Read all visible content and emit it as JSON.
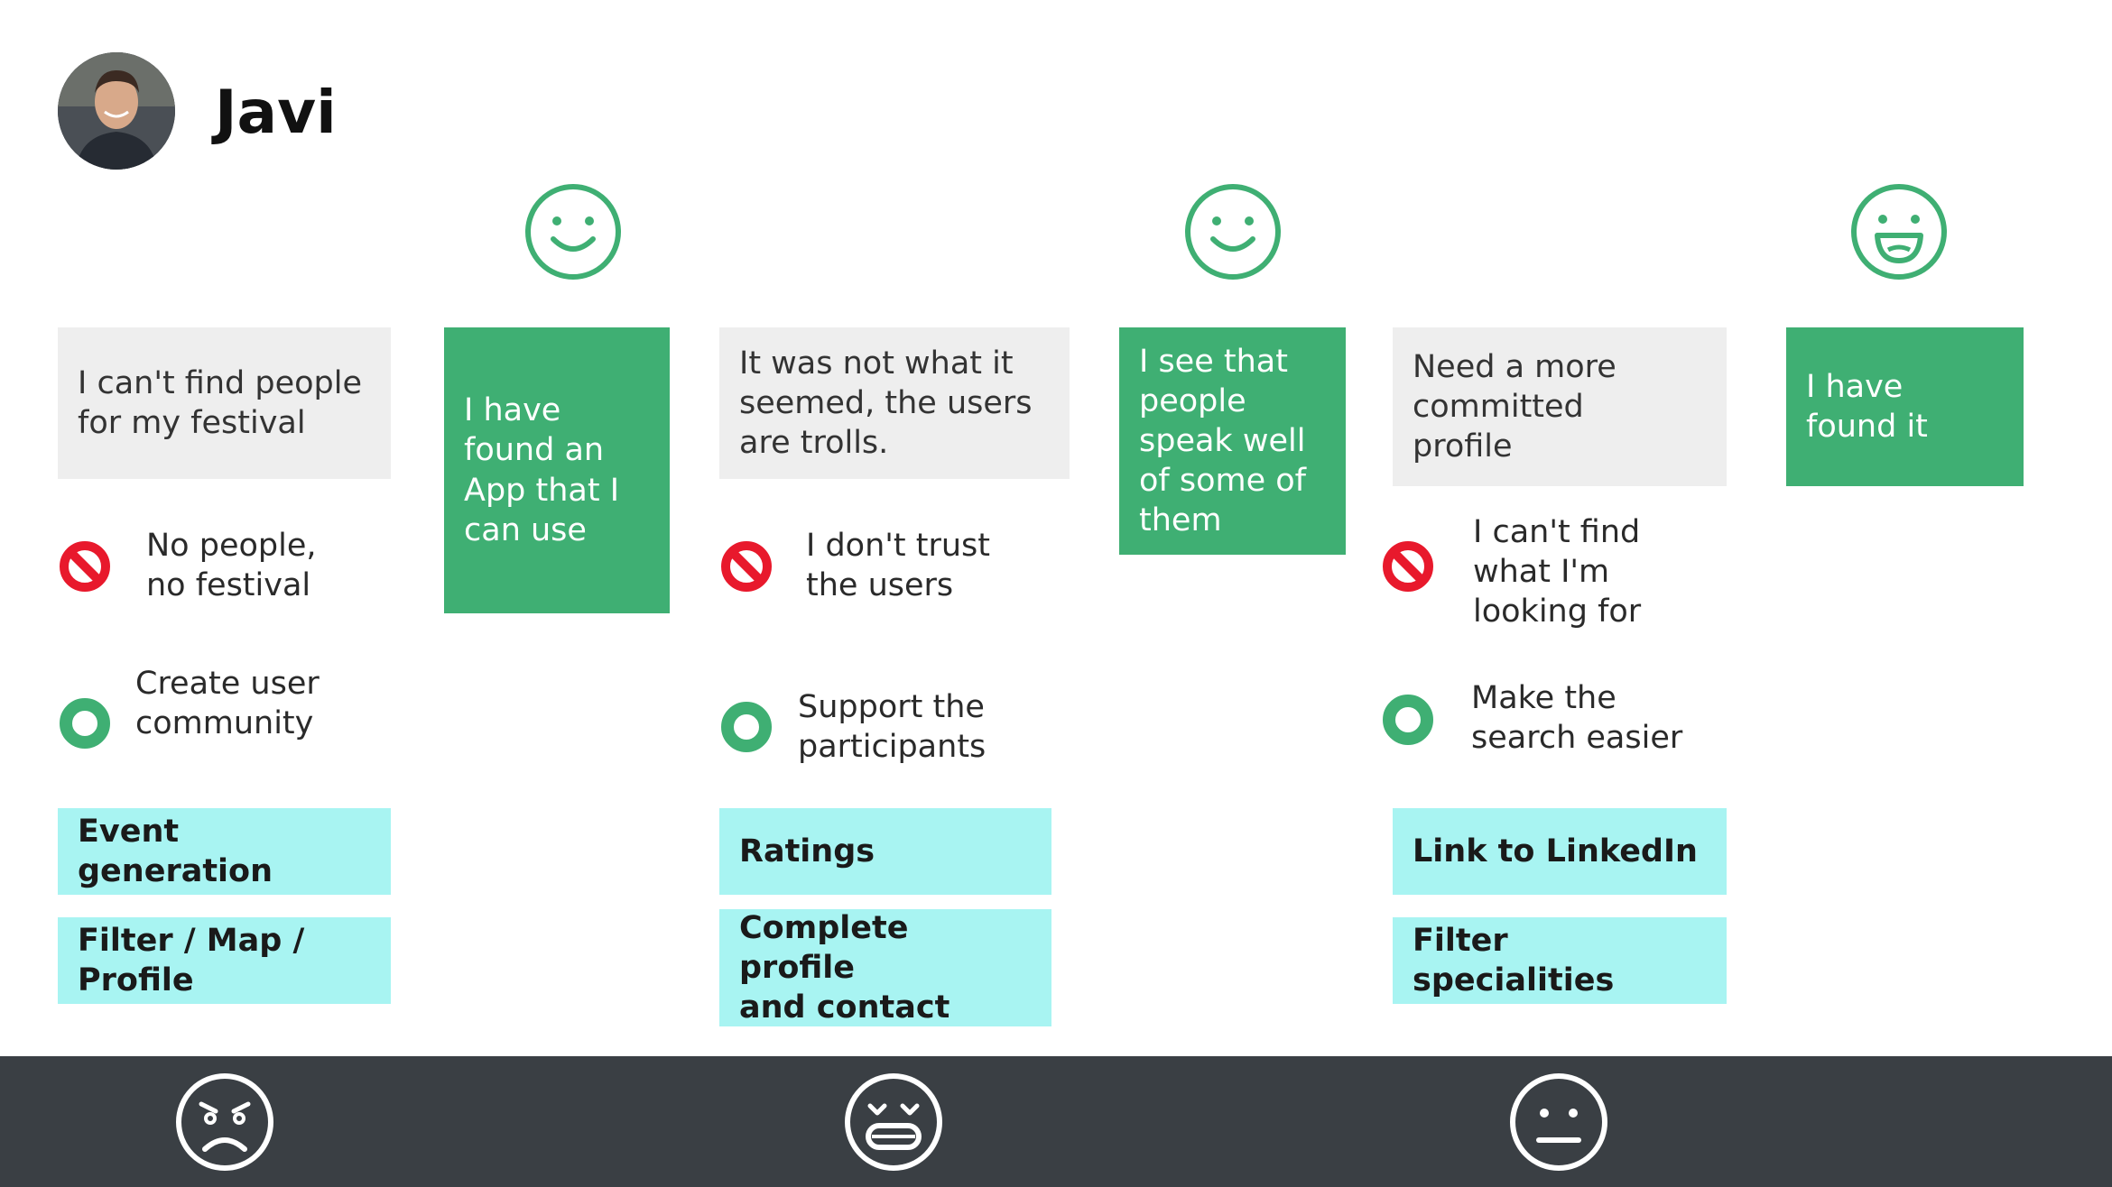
{
  "persona": {
    "name": "Javi"
  },
  "colors": {
    "green": "#3faf73",
    "grey_box": "#eeeeee",
    "cyan_box": "#a8f4f2",
    "red": "#e8192c",
    "bottom_bar": "#3a3f44"
  },
  "stages": [
    {
      "problem": "I can't find people\nfor my festival",
      "pain": "No people,\nno festival",
      "solution": "Create user\ncommunity",
      "features": [
        "Event\ngeneration",
        "Filter / Map /\nProfile"
      ]
    },
    {
      "problem": "It was not what it\nseemed, the users\nare trolls.",
      "pain": " I don't trust\nthe users",
      "solution": " Support the\nparticipants",
      "features": [
        "Ratings",
        "Complete profile\nand contact"
      ]
    },
    {
      "problem": "Need a more\ncommitted\nprofile",
      "pain": " I can't find\nwhat I'm\nlooking for",
      "solution": "Make the\nsearch easier",
      "features": [
        "Link to LinkedIn",
        "Filter\nspecialities"
      ]
    }
  ],
  "positives": [
    {
      "text": "I have\nfound an\nApp that I\ncan use",
      "mood_icon": "smile-icon"
    },
    {
      "text": " I see that\npeople\nspeak well\nof some of\nthem",
      "mood_icon": "smile-icon"
    },
    {
      "text": " I have\nfound it",
      "mood_icon": "grin-icon"
    }
  ],
  "bottom_moods": [
    "angry-icon",
    "grimace-icon",
    "neutral-icon"
  ]
}
